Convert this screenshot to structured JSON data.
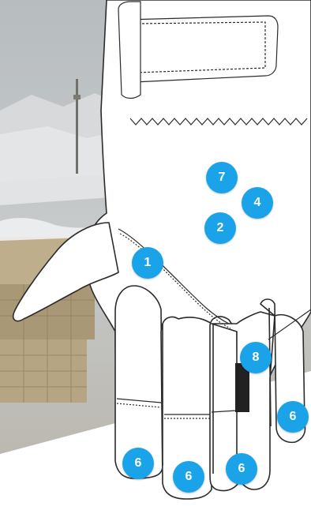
{
  "colors": {
    "marker": "#1aa3e8",
    "marker_text": "#ffffff",
    "glove_fill": "#ffffff",
    "glove_stroke": "#2b2b2b",
    "background_sky": "#aeb4b8",
    "background_ground": "#e9ebed"
  },
  "markers": [
    {
      "label": "7",
      "part": "back-of-hand"
    },
    {
      "label": "4",
      "part": "back-of-hand"
    },
    {
      "label": "2",
      "part": "back-of-hand"
    },
    {
      "label": "1",
      "part": "thumb-seam"
    },
    {
      "label": "8",
      "part": "finger-gusset"
    },
    {
      "label": "6",
      "part": "fingertip-little"
    },
    {
      "label": "6",
      "part": "fingertip-index"
    },
    {
      "label": "6",
      "part": "fingertip-middle"
    },
    {
      "label": "6",
      "part": "fingertip-ring"
    }
  ]
}
